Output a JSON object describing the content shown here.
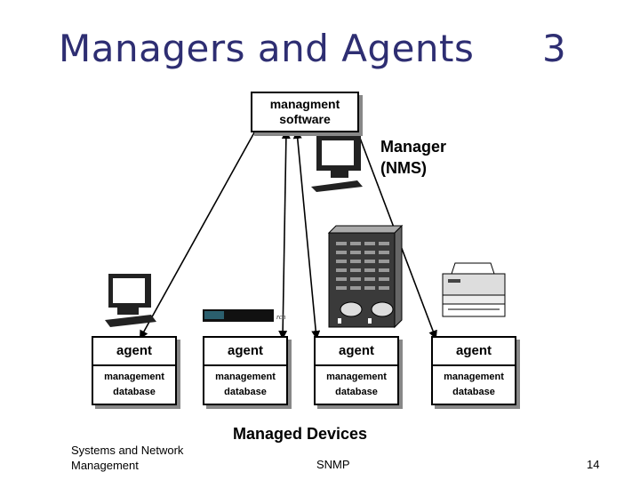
{
  "slide": {
    "title": "Managers and Agents",
    "number": "3"
  },
  "manager": {
    "software_line1": "managment",
    "software_line2": "software",
    "label_line1": "Manager",
    "label_line2": "(NMS)"
  },
  "agents": [
    {
      "agent_label": "agent",
      "db_line1": "management",
      "db_line2": "database"
    },
    {
      "agent_label": "agent",
      "db_line1": "management",
      "db_line2": "database"
    },
    {
      "agent_label": "agent",
      "db_line1": "management",
      "db_line2": "database"
    },
    {
      "agent_label": "agent",
      "db_line1": "management",
      "db_line2": "database"
    }
  ],
  "managed_devices_label": "Managed Devices",
  "footer": {
    "left_line1": "Systems and Network",
    "left_line2": "Management",
    "center": "SNMP",
    "page": "14"
  },
  "icons": [
    "workstation-icon",
    "switch-icon",
    "router-chassis-icon",
    "printer-icon",
    "manager-workstation-icon"
  ]
}
